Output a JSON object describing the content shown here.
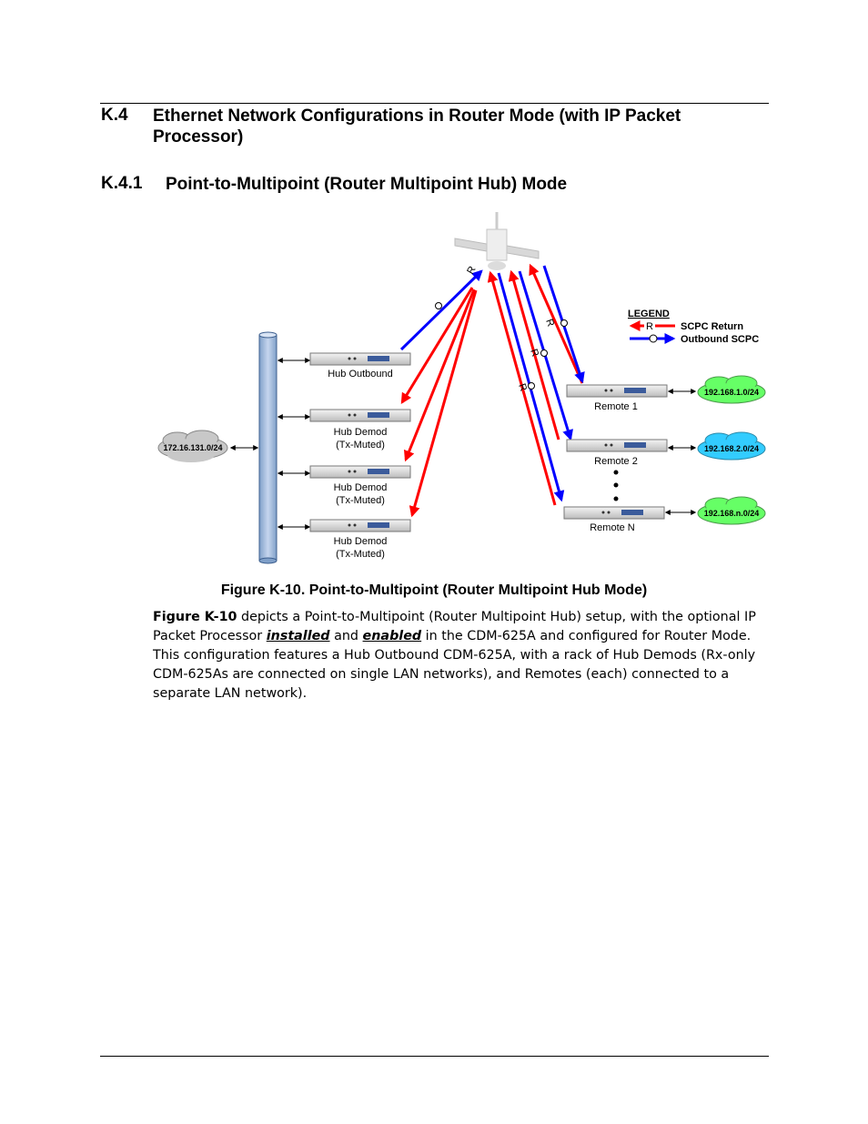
{
  "section": {
    "number": "K.4",
    "title_line1": "Ethernet Network Configurations in Router Mode (with IP Packet",
    "title_line2": "Processor)"
  },
  "subsection": {
    "number": "K.4.1",
    "title": "Point-to-Multipoint (Router Multipoint Hub) Mode"
  },
  "figure": {
    "caption": "Figure K-10. Point-to-Multipoint (Router Multipoint Hub Mode)",
    "legend": {
      "title": "LEGEND",
      "return_label": "SCPC Return",
      "outbound_label": "Outbound SCPC",
      "return_letter": "R",
      "outbound_letter": "O",
      "return_color": "#ff0000",
      "outbound_color": "#0000ff"
    },
    "hub_network": "172.16.131.0/24",
    "hub_units": [
      {
        "line1": "Hub Outbound",
        "line2": ""
      },
      {
        "line1": "Hub Demod",
        "line2": "(Tx-Muted)"
      },
      {
        "line1": "Hub Demod",
        "line2": "(Tx-Muted)"
      },
      {
        "line1": "Hub Demod",
        "line2": "(Tx-Muted)"
      }
    ],
    "remotes": [
      {
        "label": "Remote 1",
        "network": "192.168.1.0/24",
        "cloud_color": "#66ff66"
      },
      {
        "label": "Remote 2",
        "network": "192.168.2.0/24",
        "cloud_color": "#33ccff"
      },
      {
        "label": "Remote N",
        "network": "192.168.n.0/24",
        "cloud_color": "#66ff66"
      }
    ],
    "hub_cloud_color": "#c8c8c8"
  },
  "paragraph": {
    "figure_ref": "Figure K-10",
    "text1": " depicts a Point-to-Multipoint (Router Multipoint Hub) setup, with the optional IP Packet Processor ",
    "em1": "installed",
    "text2": " and ",
    "em2": "enabled",
    "text3": " in the CDM-625A and configured for Router Mode. This configuration features a Hub Outbound CDM-625A, with a rack of Hub Demods (Rx-only CDM-625As are connected on single LAN networks), and Remotes (each) connected to a separate LAN network)."
  }
}
